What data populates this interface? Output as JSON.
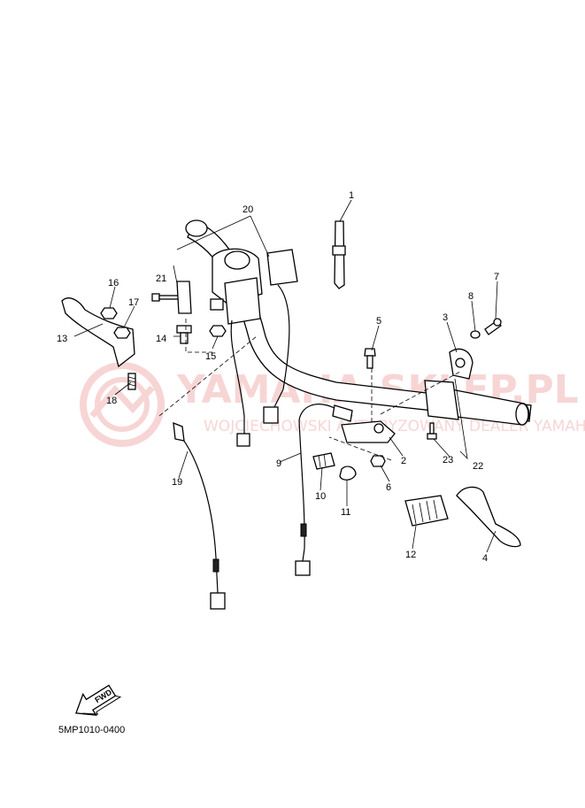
{
  "watermark": {
    "brand": "YAMAHA-SKLEP.PL",
    "tagline": "WOJCIECHOWSKI AUTORYZOWANY DEALER YAMAHA",
    "color": "#f2b3b3"
  },
  "callouts": [
    "1",
    "2",
    "3",
    "4",
    "5",
    "6",
    "7",
    "8",
    "9",
    "10",
    "11",
    "12",
    "13",
    "14",
    "15",
    "16",
    "17",
    "18",
    "19",
    "20",
    "21",
    "22",
    "23"
  ],
  "fwd_label": "FWD",
  "diagram_code": "5MP1010-0400"
}
